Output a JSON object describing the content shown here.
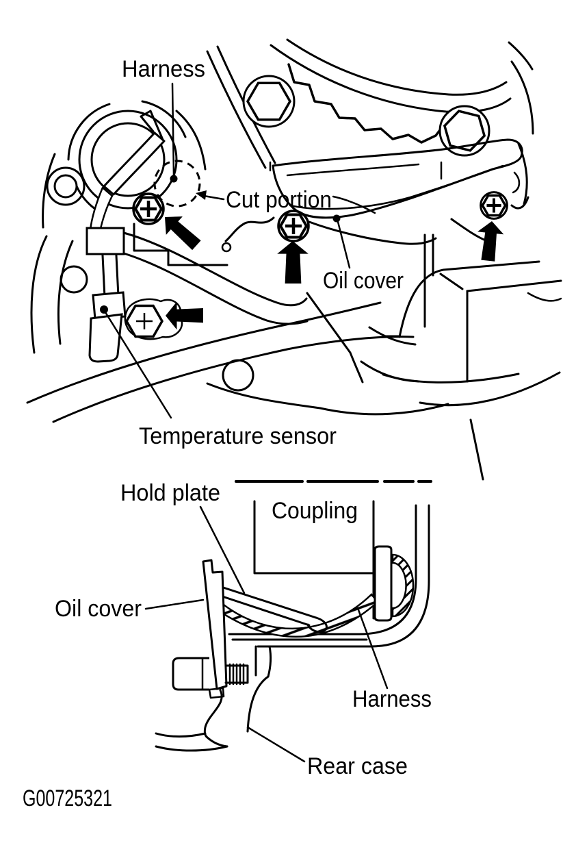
{
  "colors": {
    "line": "#000000",
    "background": "#ffffff"
  },
  "figure_code": "G00725321",
  "top_figure": {
    "labels": {
      "harness": "Harness",
      "cut_portion": "Cut portion",
      "oil_cover": "Oil cover",
      "temperature_sensor": "Temperature sensor"
    },
    "bolt_marker_count": 4,
    "arrow_marker_count": 4
  },
  "bottom_figure": {
    "labels": {
      "hold_plate": "Hold plate",
      "coupling": "Coupling",
      "oil_cover": "Oil cover",
      "harness": "Harness",
      "rear_case": "Rear case"
    }
  }
}
